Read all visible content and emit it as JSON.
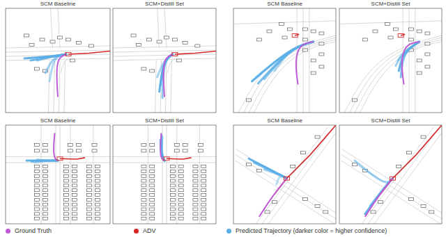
{
  "diagram": {
    "nodes": [
      {
        "text": [
          "SCM Baseline"
        ]
      },
      {
        "text": [
          "SCM+Distill Set"
        ]
      },
      {
        "text": [
          "SCM Baseline"
        ]
      },
      {
        "text": [
          "SCM+Distill Set"
        ]
      },
      {
        "text": [
          "SCM Baseline"
        ]
      },
      {
        "text": [
          "SCM+Distill Set"
        ]
      },
      {
        "text": [
          "SCM Baseline"
        ]
      },
      {
        "text": [
          "SCM+Distill Set"
        ]
      }
    ],
    "legend": [
      {
        "text": "Ground Truth",
        "color": "#c05bd6"
      },
      {
        "text": "ADV",
        "color": "#d62728"
      },
      {
        "text": "Predicted Trajectory (darker color = higher confidence)",
        "color": "#5aaee6"
      }
    ]
  }
}
